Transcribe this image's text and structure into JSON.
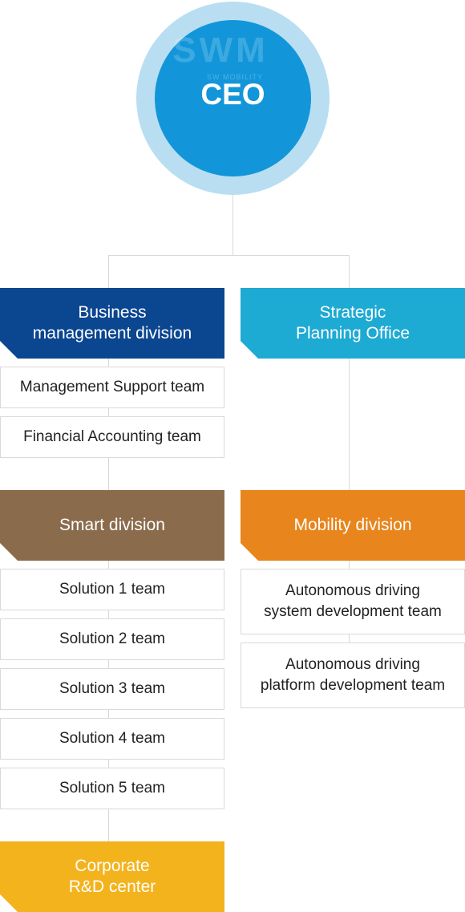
{
  "ceo": {
    "label": "CEO",
    "watermark": "SWM",
    "watermark_sub": "SW MOBILITY"
  },
  "colors": {
    "business": "#0b4690",
    "strategic": "#1daad3",
    "smart": "#8a6c4d",
    "mobility": "#e8851c",
    "rnd": "#f3b31d"
  },
  "left": {
    "business_division": "Business\nmanagement division",
    "business_teams": [
      "Management Support team",
      "Financial Accounting team"
    ],
    "smart_division": "Smart division",
    "smart_teams": [
      "Solution 1 team",
      "Solution 2 team",
      "Solution 3 team",
      "Solution 4 team",
      "Solution 5 team"
    ],
    "rnd_center": "Corporate\nR&D center"
  },
  "right": {
    "strategic_office": "Strategic\nPlanning Office",
    "mobility_division": "Mobility division",
    "mobility_teams": [
      "Autonomous driving\nsystem development team",
      "Autonomous driving\nplatform development team"
    ]
  }
}
